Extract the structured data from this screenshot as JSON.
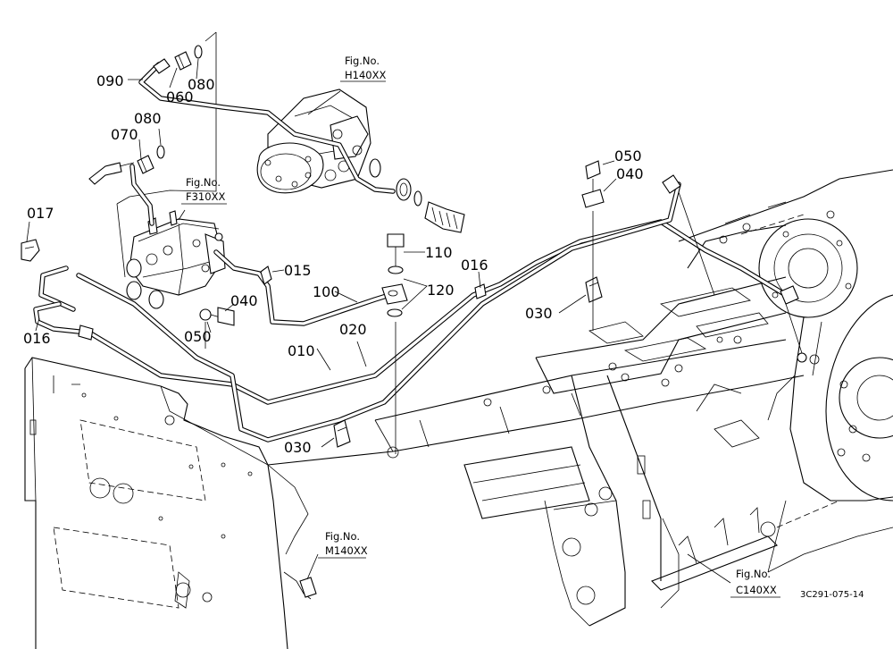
{
  "part_labels": [
    {
      "id": "p090",
      "text": "090"
    },
    {
      "id": "p060",
      "text": "060"
    },
    {
      "id": "p080a",
      "text": "080"
    },
    {
      "id": "p080b",
      "text": "080"
    },
    {
      "id": "p070",
      "text": "070"
    },
    {
      "id": "p017",
      "text": "017"
    },
    {
      "id": "p016a",
      "text": "016"
    },
    {
      "id": "p016b",
      "text": "016"
    },
    {
      "id": "p015",
      "text": "015"
    },
    {
      "id": "p100",
      "text": "100"
    },
    {
      "id": "p040a",
      "text": "040"
    },
    {
      "id": "p050a",
      "text": "050"
    },
    {
      "id": "p110",
      "text": "110"
    },
    {
      "id": "p120",
      "text": "120"
    },
    {
      "id": "p010",
      "text": "010"
    },
    {
      "id": "p020",
      "text": "020"
    },
    {
      "id": "p030a",
      "text": "030"
    },
    {
      "id": "p030b",
      "text": "030"
    },
    {
      "id": "p050b",
      "text": "050"
    },
    {
      "id": "p040b",
      "text": "040"
    }
  ],
  "figure_refs": [
    {
      "id": "h140",
      "line1": "Fig.No.",
      "line2": "H140XX"
    },
    {
      "id": "f310",
      "line1": "Fig.No.",
      "line2": "F310XX"
    },
    {
      "id": "m140",
      "line1": "Fig.No.",
      "line2": "M140XX"
    },
    {
      "id": "c140",
      "line1": "Fig.No.",
      "line2": "C140XX"
    }
  ],
  "drawing_code": "3C291-075-14"
}
